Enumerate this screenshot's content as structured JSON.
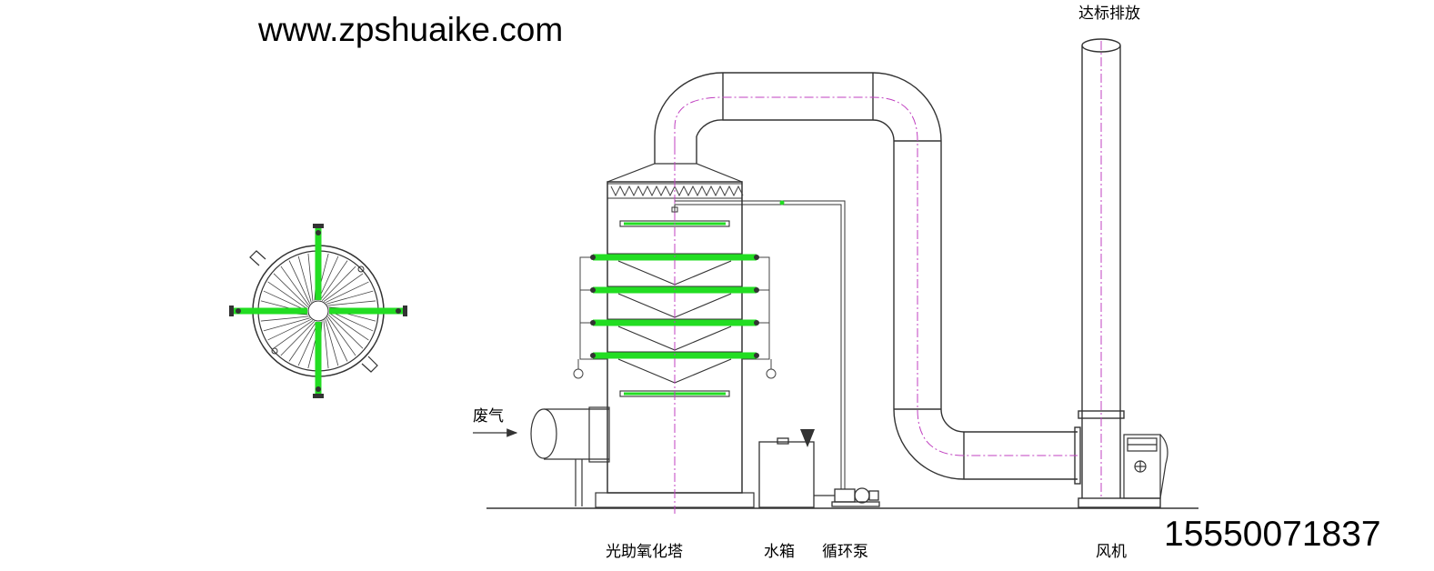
{
  "header": {
    "website": "www.zpshuaike.com"
  },
  "footer": {
    "phone": "15550071837"
  },
  "labels": {
    "exhaust_discharge": "达标排放",
    "waste_gas": "废气",
    "oxidation_tower": "光助氧化塔",
    "water_tank": "水箱",
    "circulation_pump": "循环泵",
    "fan": "风机"
  },
  "colors": {
    "line": "#333333",
    "spray_pipe": "#22dd22",
    "center_line": "#c040c0",
    "background": "#ffffff"
  }
}
